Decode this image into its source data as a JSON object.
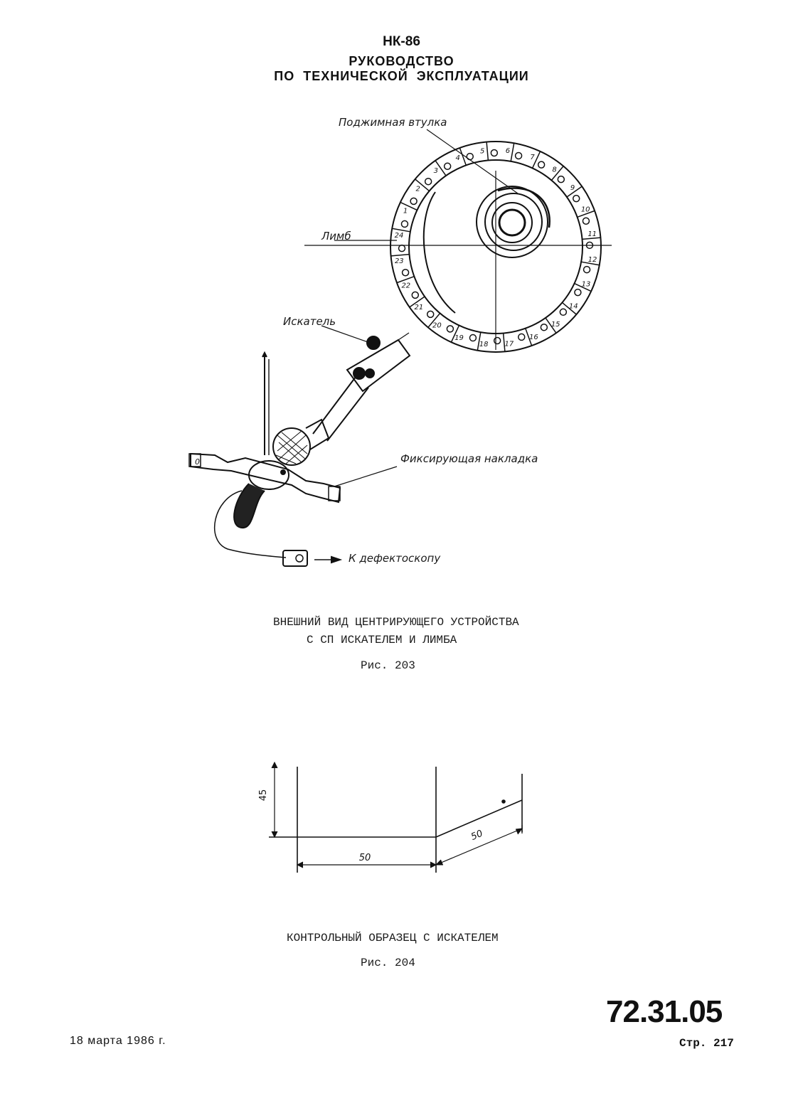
{
  "header": {
    "code": "НК-86",
    "title_line1": "РУКОВОДСТВО",
    "title_line2": "ПО ТЕХНИЧЕСКОЙ ЭКСПЛУАТАЦИИ"
  },
  "fig203": {
    "labels": {
      "sleeve": "Поджимная втулка",
      "limb": "Лимб",
      "probe": "Искатель",
      "plate": "Фиксирующая накладка",
      "to_detector": "К дефектоскопу"
    },
    "dial_numbers": [
      "1",
      "2",
      "3",
      "4",
      "5",
      "6",
      "7",
      "8",
      "9",
      "10",
      "11",
      "12",
      "13",
      "14",
      "15",
      "16",
      "17",
      "18",
      "19",
      "20",
      "21",
      "22",
      "23",
      "24"
    ],
    "plate_mark": "0",
    "caption_line1": "ВНЕШНИЙ ВИД ЦЕНТРИРУЮЩЕГО УСТРОЙСТВА",
    "caption_line2": "С СП ИСКАТЕЛЕМ И ЛИМБА",
    "number": "Рис. 203"
  },
  "fig204": {
    "dim_height": "45",
    "dim_width": "50",
    "dim_depth": "50",
    "caption": "КОНТРОЛЬНЫЙ ОБРАЗЕЦ С ИСКАТЕЛЕМ",
    "number": "Рис. 204"
  },
  "footer": {
    "date": "18 марта 1986 г.",
    "doc_number": "72.31.05",
    "page": "Стр. 217"
  }
}
